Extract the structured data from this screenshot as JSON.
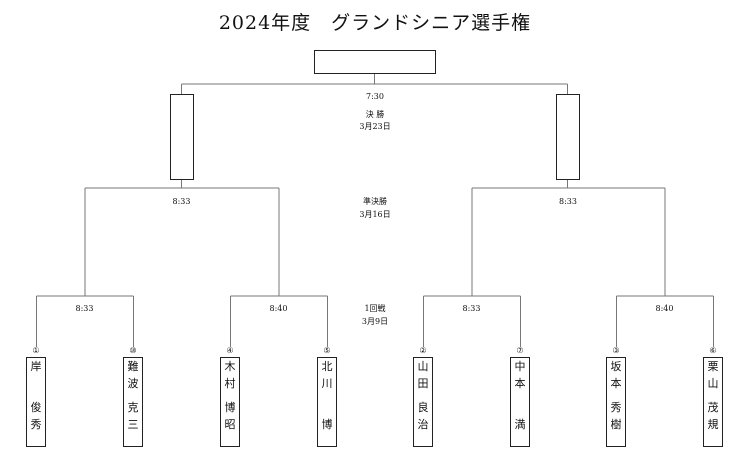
{
  "title": "2024年度　グランドシニア選手権",
  "rounds": {
    "final": {
      "time": "7:30",
      "name": "決 勝",
      "date": "3月23日"
    },
    "semi": {
      "name": "準決勝",
      "date": "3月16日",
      "times": [
        "8:33",
        "8:33"
      ]
    },
    "first": {
      "name": "1回戦",
      "date": "3月9日",
      "times": [
        "8:33",
        "8:40",
        "8:33",
        "8:40"
      ]
    }
  },
  "players": [
    {
      "seed": "①",
      "top": "岸",
      "bottom": "俊秀"
    },
    {
      "seed": "⑩",
      "top": "難波",
      "bottom": "克三"
    },
    {
      "seed": "④",
      "top": "木村",
      "bottom": "博昭"
    },
    {
      "seed": "⑤",
      "top": "北川",
      "bottom": "博"
    },
    {
      "seed": "②",
      "top": "山田",
      "bottom": "良治"
    },
    {
      "seed": "⑦",
      "top": "中本",
      "bottom": "満"
    },
    {
      "seed": "③",
      "top": "坂本",
      "bottom": "秀樹"
    },
    {
      "seed": "⑥",
      "top": "栗山",
      "bottom": "茂規"
    }
  ]
}
